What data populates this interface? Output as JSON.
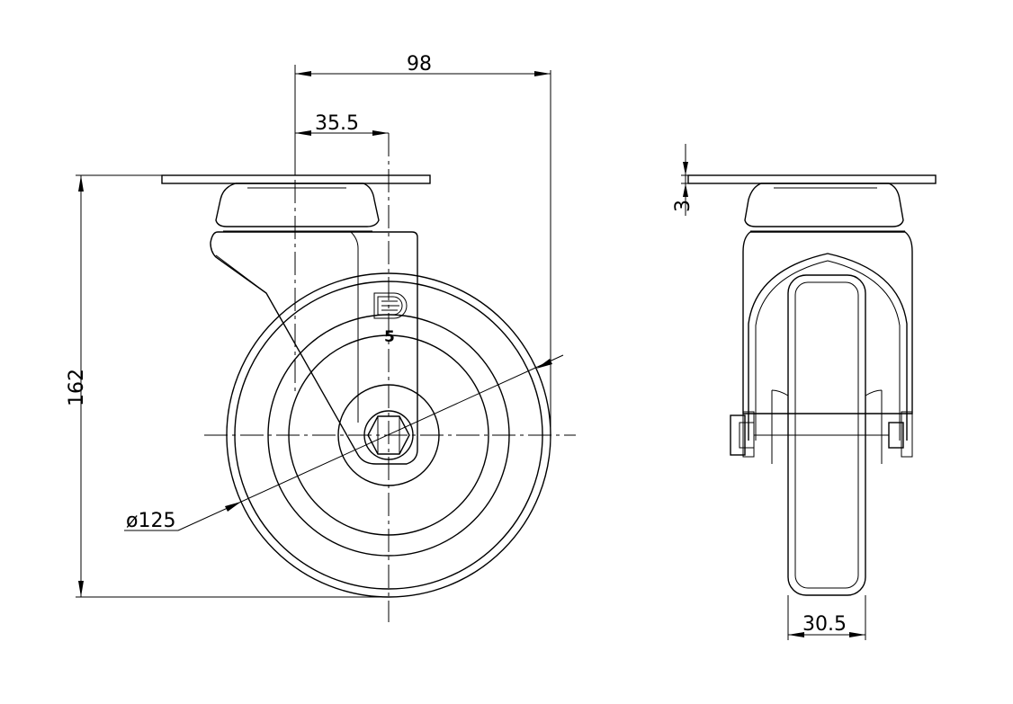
{
  "dimensions": {
    "overall_width": "98",
    "offset": "35.5",
    "height": "162",
    "wheel_diameter": "ø125",
    "plate_thickness": "3",
    "wheel_width": "30.5"
  },
  "marking": {
    "number": "5"
  },
  "colors": {
    "line": "#000000",
    "background": "#ffffff"
  }
}
